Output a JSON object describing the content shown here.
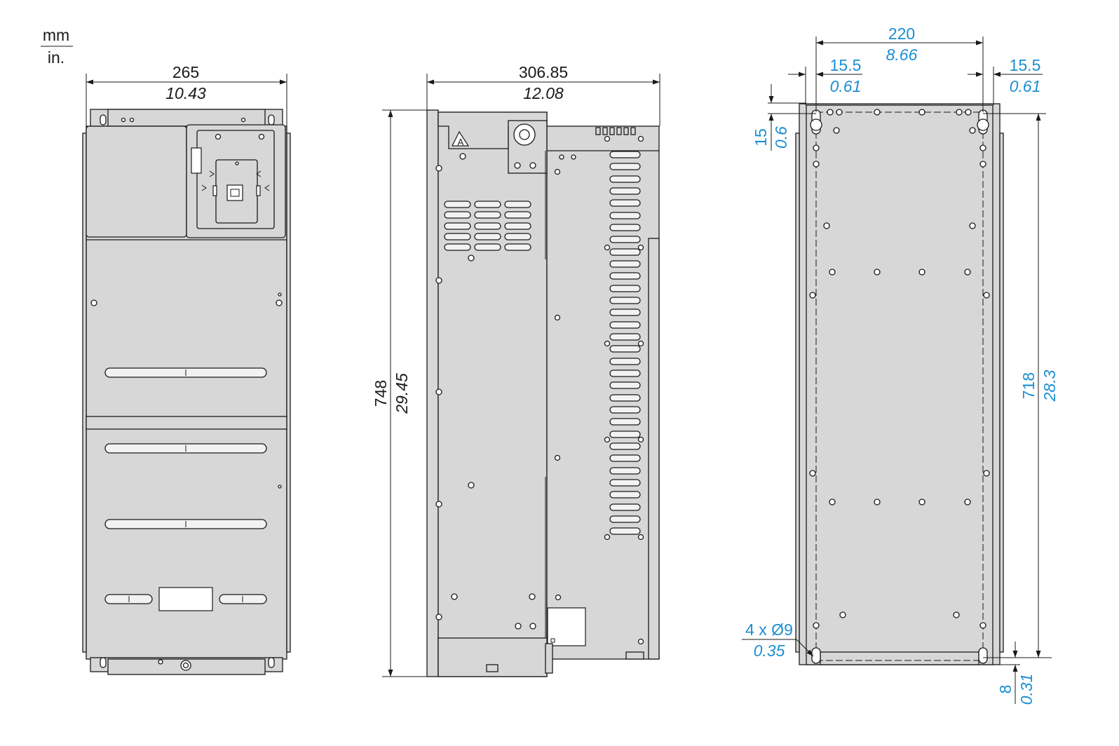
{
  "units": {
    "top": "mm",
    "bottom": "in."
  },
  "front_view": {
    "width_mm": "265",
    "width_in": "10.43"
  },
  "side_view": {
    "depth_mm": "306.85",
    "depth_in": "12.08",
    "height_mm": "748",
    "height_in": "29.45",
    "warning_label": "A"
  },
  "rear_view": {
    "hole_spacing_mm": "220",
    "hole_spacing_in": "8.66",
    "left_offset_mm": "15.5",
    "left_offset_in": "0.61",
    "right_offset_mm": "15.5",
    "right_offset_in": "0.61",
    "top_offset_mm": "15",
    "top_offset_in": "0.6",
    "hole_pitch_mm": "718",
    "hole_pitch_in": "28.3",
    "holes_mm": "4 x Ø9",
    "holes_in": "0.35",
    "bottom_offset_mm": "8",
    "bottom_offset_in": "0.31"
  },
  "colors": {
    "line": "#1a1a1a",
    "body_fill": "#d7d7d7",
    "dimension_blue": "#1b8fd2"
  }
}
